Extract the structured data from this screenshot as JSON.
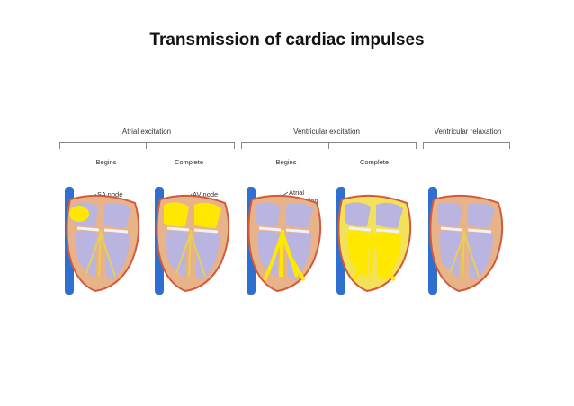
{
  "title": "Transmission of cardiac impulses",
  "diagram": {
    "groups": [
      {
        "label": "Atrial excitation",
        "subs": [
          "Begins",
          "Complete"
        ]
      },
      {
        "label": "Ventricular excitation",
        "subs": [
          "Begins",
          "Complete"
        ]
      },
      {
        "label": "Ventricular relaxation",
        "subs": []
      }
    ],
    "callouts": {
      "sa_node": "SA node",
      "av_node": "AV node",
      "atrial_relaxation_1": "Atrial",
      "atrial_relaxation_2": "relaxation"
    },
    "colors": {
      "vessel": "#2f6fd0",
      "myocardium": "#e9b38a",
      "epicardium": "#d35a3a",
      "chamber": "#b9b4e0",
      "impulse": "#ffe800",
      "valve": "#f1f1f8"
    }
  }
}
